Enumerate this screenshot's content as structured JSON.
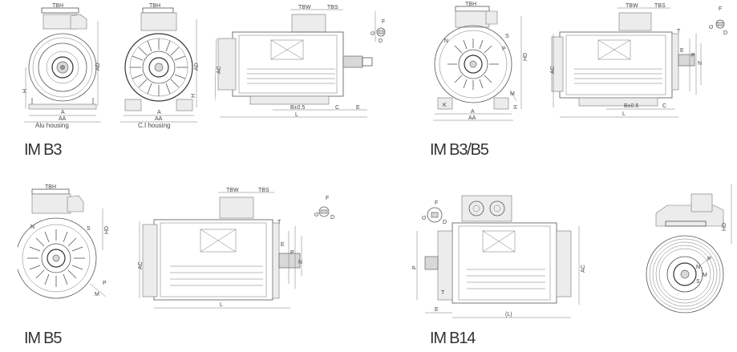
{
  "captions": {
    "b3": "IM B3",
    "b3b5": "IM B3/B5",
    "b5": "IM B5",
    "b14": "IM B14"
  },
  "housings": {
    "alu": "Alu housing",
    "ci": "C.I housing"
  },
  "dims": {
    "TBH": "TBH",
    "TBW": "TBW",
    "TBS": "TBS",
    "AD": "AD",
    "HD": "HD",
    "AC": "AC",
    "A": "A",
    "AA": "AA",
    "H": "H",
    "B": "B±0.5",
    "C": "C",
    "E": "E",
    "L": "L",
    "LP": "(L)",
    "F": "F",
    "G": "G",
    "D": "D",
    "K": "K",
    "M": "M",
    "N": "N",
    "P": "P",
    "S": "S",
    "T": "T"
  }
}
